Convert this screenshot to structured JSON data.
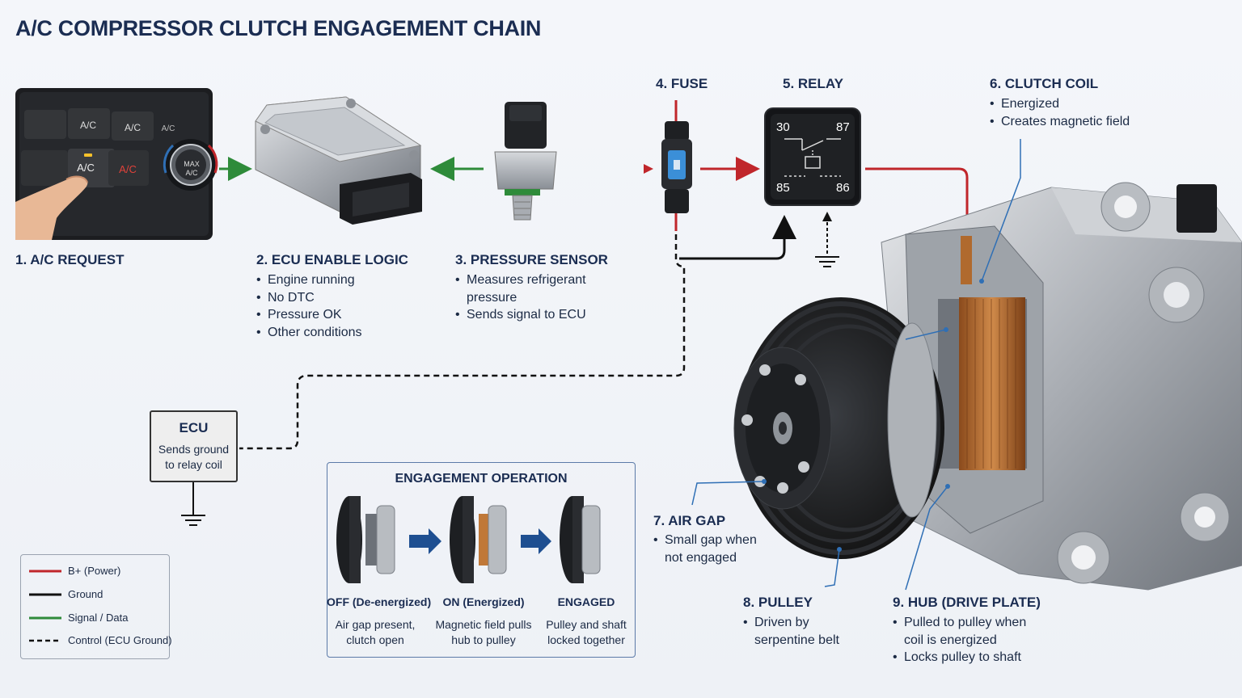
{
  "title": "A/C COMPRESSOR CLUTCH ENGAGEMENT CHAIN",
  "steps": {
    "ac_request": {
      "heading": "1. A/C REQUEST",
      "panel": {
        "btn1": "A/C",
        "btn2": "A/C",
        "btn3": "A/C",
        "btn_active": "A/C",
        "btn_red": "A/C",
        "knob_line1": "MAX",
        "knob_line2": "A/C"
      }
    },
    "ecu_logic": {
      "heading": "2. ECU ENABLE LOGIC",
      "bullets": [
        "Engine running",
        "No DTC",
        "Pressure OK",
        "Other conditions"
      ]
    },
    "pressure_sensor": {
      "heading": "3. PRESSURE SENSOR",
      "bullets": [
        "Measures refrigerant",
        "pressure",
        "Sends signal to ECU"
      ]
    },
    "fuse": {
      "heading": "4. FUSE"
    },
    "relay": {
      "heading": "5. RELAY",
      "pins": [
        "30",
        "87",
        "85",
        "86"
      ]
    },
    "clutch_coil": {
      "heading": "6. CLUTCH COIL",
      "bullets": [
        "Energized",
        "Creates magnetic field"
      ]
    },
    "air_gap": {
      "heading": "7. AIR GAP",
      "bullets": [
        "Small gap when",
        "not engaged"
      ]
    },
    "pulley": {
      "heading": "8. PULLEY",
      "bullets": [
        "Driven by",
        "serpentine belt"
      ]
    },
    "hub": {
      "heading": "9. HUB (DRIVE PLATE)",
      "bullets": [
        "Pulled to pulley when",
        "coil is energized",
        "Locks pulley to shaft"
      ]
    }
  },
  "ecu_box": {
    "title": "ECU",
    "line1": "Sends ground",
    "line2": "to relay coil"
  },
  "engagement": {
    "title": "ENGAGEMENT OPERATION",
    "states": [
      {
        "label": "OFF (De-energized)",
        "desc1": "Air gap present,",
        "desc2": "clutch open"
      },
      {
        "label": "ON (Energized)",
        "desc1": "Magnetic field pulls",
        "desc2": "hub to pulley"
      },
      {
        "label": "ENGAGED",
        "desc1": "Pulley and shaft",
        "desc2": "locked together"
      }
    ]
  },
  "legend": [
    {
      "label": "B+ (Power)",
      "color": "#c0262b",
      "style": "solid"
    },
    {
      "label": "Ground",
      "color": "#111111",
      "style": "solid"
    },
    {
      "label": "Signal / Data",
      "color": "#2e8b3a",
      "style": "solid"
    },
    {
      "label": "Control (ECU Ground)",
      "color": "#111111",
      "style": "dashed"
    }
  ],
  "colors": {
    "power": "#c0262b",
    "ground": "#111111",
    "signal": "#2e8b3a",
    "leader": "#2f6fb5",
    "heading": "#1b2d52"
  }
}
